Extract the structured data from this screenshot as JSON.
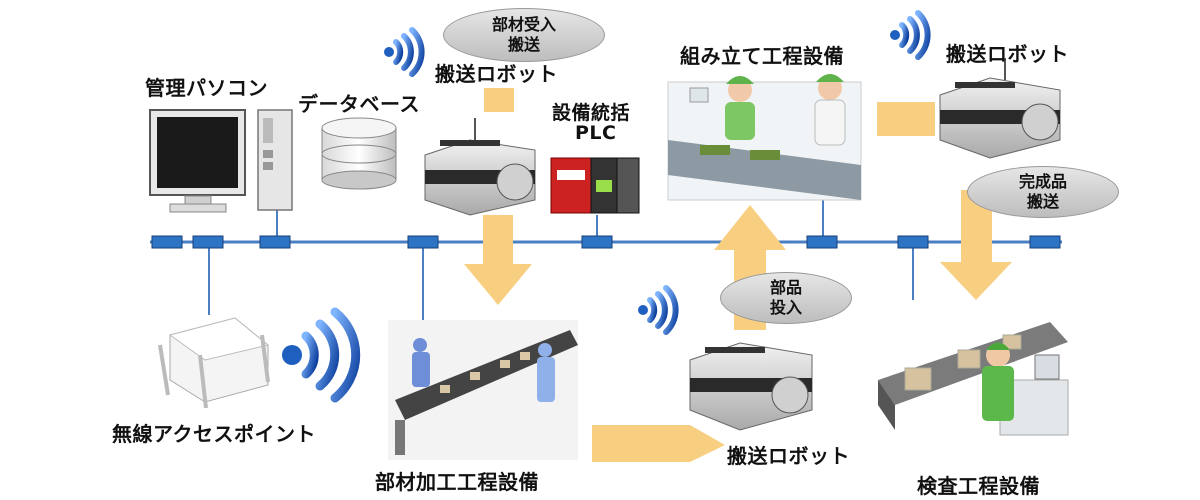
{
  "labels": {
    "pc": "管理パソコン",
    "database": "データベース",
    "agv_top": "搬送ロボット",
    "plc_line1": "設備統括",
    "plc_line2": "PLC",
    "assembly": "組み立て工程設備",
    "agv_right": "搬送ロボット",
    "access_point": "無線アクセスポイント",
    "machining": "部材加工工程設備",
    "agv_bottom": "搬送ロボット",
    "inspection": "検査工程設備"
  },
  "bubbles": {
    "material_line1": "部材受入",
    "material_line2": "搬送",
    "finished_line1": "完成品",
    "finished_line2": "搬送",
    "parts_line1": "部品",
    "parts_line2": "投入"
  },
  "colors": {
    "network": "#2e74c4",
    "arrow": "#f8cf80",
    "wifi": "#1f5fbf"
  }
}
